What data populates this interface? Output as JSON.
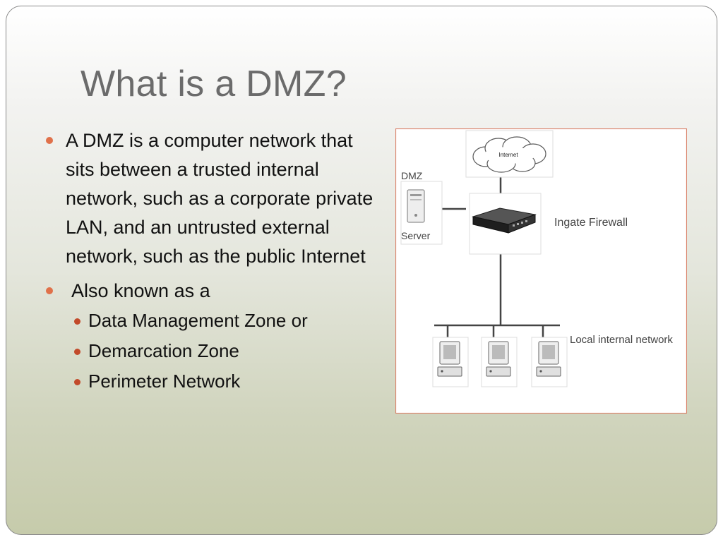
{
  "slide": {
    "title": "What is a DMZ?",
    "bullets": [
      {
        "text": "A DMZ is a computer network that sits between a trusted internal network, such as a corporate private LAN, and an untrusted external network, such as the public Internet"
      },
      {
        "text": "Also known as a",
        "subitems": [
          "Data Management Zone or",
          "Demarcation Zone",
          "Perimeter Network"
        ]
      }
    ]
  },
  "diagram": {
    "cloud_label": "Internet",
    "dmz_label": "DMZ",
    "server_label": "Server",
    "firewall_label": "Ingate Firewall",
    "lan_label": "Local internal network"
  },
  "colors": {
    "title": "#6b6b6b",
    "bullet": "#e0714a",
    "sub_bullet": "#c24a2a",
    "diagram_border": "#d9826a"
  }
}
